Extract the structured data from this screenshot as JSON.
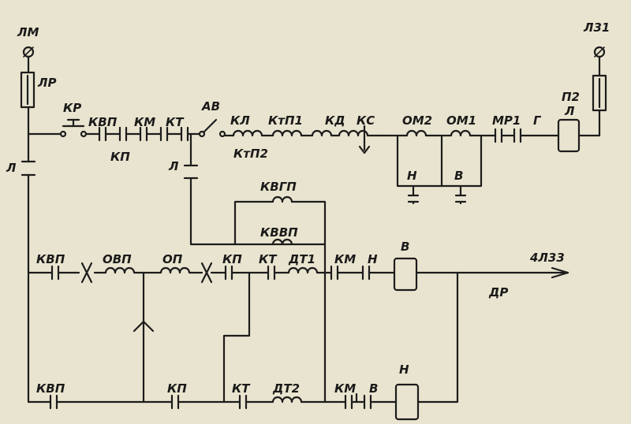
{
  "labels": {
    "lm": "ЛМ",
    "lr": "ЛР",
    "l_left": "Л",
    "kr": "КР",
    "kvp_top": "КВП",
    "kp_top": "КП",
    "km_top": "КМ",
    "kt_top": "КТ",
    "av": "АВ",
    "l_mid": "Л",
    "kl": "КЛ",
    "ktp1": "КтП1",
    "ktp2": "КтП2",
    "kd": "КД",
    "ks": "КС",
    "om2": "ОМ2",
    "om1": "ОМ1",
    "n_om": "Н",
    "v_om": "В",
    "mr1": "МР1",
    "g": "Г",
    "p2": "П2",
    "l_right": "Л",
    "l31": "Л31",
    "kvgp": "КВГП",
    "kvvp": "КВВП",
    "kvp_mid": "КВП",
    "ovp": "ОВП",
    "op": "ОП",
    "kp_mid": "КП",
    "kt_mid": "КТ",
    "dt1": "ДТ1",
    "km_mid": "КМ",
    "n_mid": "Н",
    "v_coil": "В",
    "l33": "4Л33",
    "dr": "ДР",
    "kvp_bot": "КВП",
    "kp_bot": "КП",
    "kt_bot": "КТ",
    "dt2": "ДТ2",
    "km_bot": "КМ",
    "v_bot": "В",
    "n_coil": "Н"
  }
}
